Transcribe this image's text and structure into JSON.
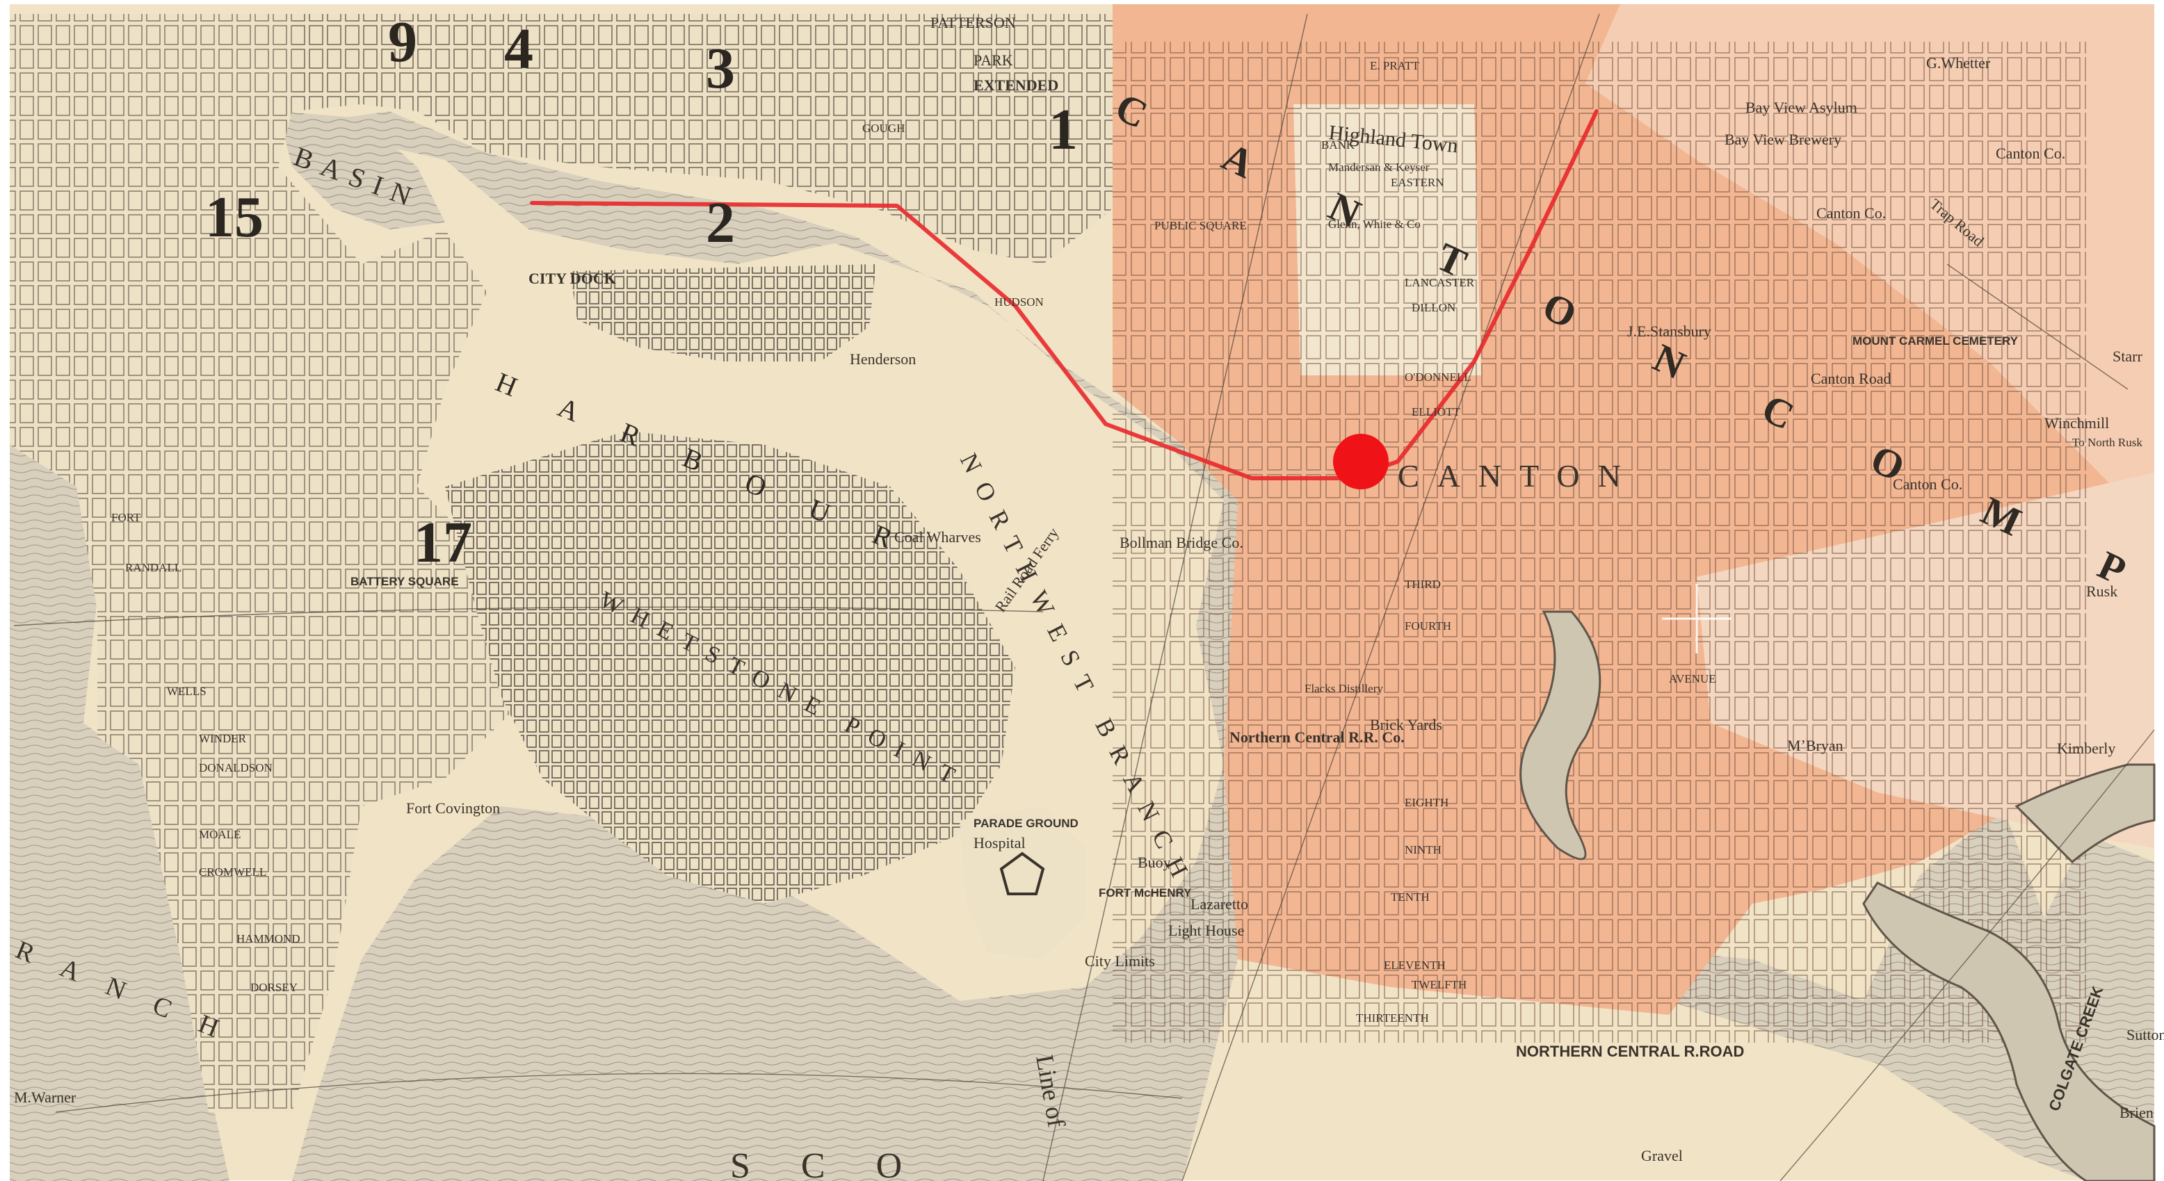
{
  "map": {
    "colors": {
      "paper": "#f1e3c6",
      "city_land": "#ece0c4",
      "canton_tint": "#f2b592",
      "canton_light": "#f6cbb0",
      "water": "#d9d2c0",
      "grid": "#6b5f52",
      "route": "#e8282b",
      "marker": "#ef1217"
    },
    "marker": {
      "label": "red-dot-marker"
    },
    "labels": {
      "ward_9": "9",
      "ward_4": "4",
      "ward_3": "3",
      "ward_1": "1",
      "ward_2": "2",
      "ward_15": "15",
      "ward_17": "17",
      "patterson": "PATTERSON",
      "park": "PARK",
      "extended": "EXTENDED",
      "basin": "BASIN",
      "city_dock": "CITY DOCK",
      "harbour": "H A R B O U R",
      "northwest_branch": "NORTHWEST BRANCH",
      "whetstone_point": "WHETSTONE POINT",
      "canton_company": "C A N T O N   C O M P A N Y",
      "canton": "CANTON",
      "highland_town": "Highland Town",
      "public_square": "PUBLIC SQUARE",
      "bay_view_asylum": "Bay View Asylum",
      "bay_view_brewery": "Bay View Brewery",
      "g_whetter": "G.Whetter",
      "canton_co_1": "Canton Co.",
      "canton_co_2": "Canton Co.",
      "canton_co_3": "Canton Co.",
      "trap_road": "Trap Road",
      "mount_carmel_cemetery": "MOUNT CARMEL CEMETERY",
      "canton_road": "Canton Road",
      "winchmill": "Winchmill",
      "to_north_rusk": "To North Rusk",
      "rusk": "Rusk",
      "starr": "Starr",
      "je_stansbury": "J.E.Stansbury",
      "bollman_bridge": "Bollman Bridge Co.",
      "coal_wharves": "Coal Wharves",
      "rail_road_ferry": "Rail Road Ferry",
      "northern_central_rr_co": "Northern Central R.R. Co.",
      "brick_yards": "Brick Yards",
      "flacks_distillery": "Flacks Distillery",
      "m_bryan": "MʼBryan",
      "kimberly": "Kimberly",
      "colgate_creek": "COLGATE CREEK",
      "parade_ground": "PARADE GROUND",
      "hospital": "Hospital",
      "fort_mchenry": "FORT McHENRY",
      "buoy": "Buoy",
      "lazaretto": "Lazaretto",
      "light_house": "Light House",
      "city_limits": "City Limits",
      "northern_central_rroad": "NORTHERN CENTRAL R.ROAD",
      "fort_covington": "Fort Covington",
      "ranch": "R A N C H",
      "m_warner": "M.Warner",
      "line_of": "Line of",
      "sco": "S  C  O",
      "gravel": "Gravel",
      "sutton": "Sutton",
      "brien": "Brien",
      "henderson": "Henderson",
      "battery_square": "BATTERY SQUARE",
      "mandersan_keyser": "Mandersan & Keyser",
      "glenn_white": "Glenn, White & Co",
      "pratt": "E. PRATT",
      "gough": "GOUGH",
      "bank": "BANK",
      "eastern": "EASTERN",
      "lancaster": "LANCASTER",
      "dillon": "DILLON",
      "odonnell": "O'DONNELL",
      "elliott": "ELLIOTT",
      "third": "THIRD",
      "fourth": "FOURTH",
      "avenue": "AVENUE",
      "eighth": "EIGHTH",
      "ninth": "NINTH",
      "tenth": "TENTH",
      "eleventh": "ELEVENTH",
      "twelfth": "TWELFTH",
      "thirteenth": "THIRTEENTH",
      "hudson": "HUDSON",
      "randall": "RANDALL",
      "winder": "WINDER",
      "donaldson": "DONALDSON",
      "moale": "MOALE",
      "cromwell": "CROMWELL",
      "hammond": "HAMMOND",
      "dorsey": "DORSEY",
      "fort": "FORT",
      "wells": "WELLS"
    }
  }
}
